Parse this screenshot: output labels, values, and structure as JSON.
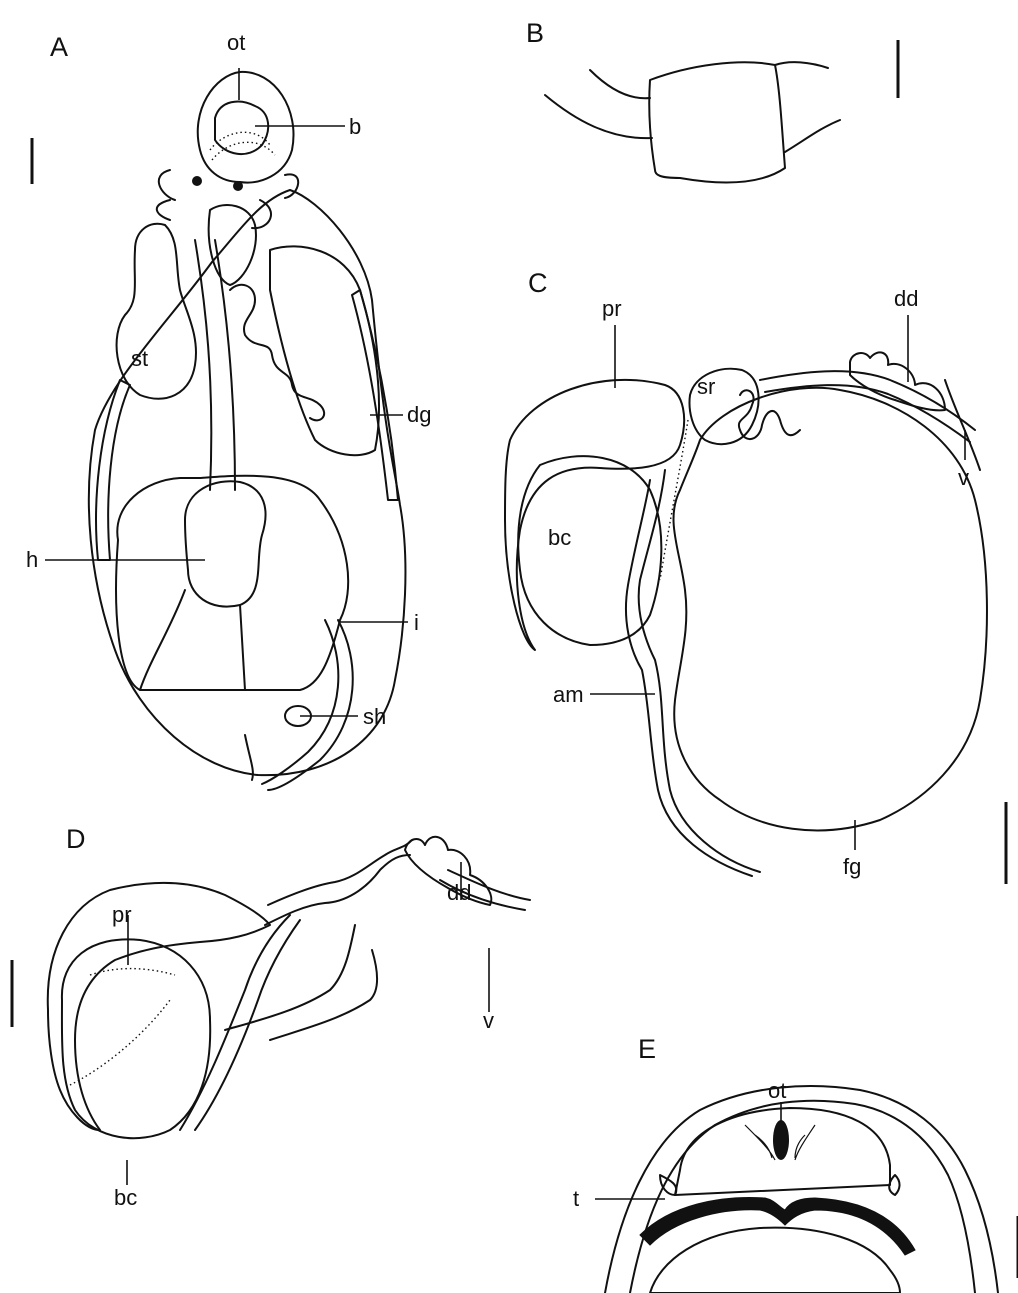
{
  "figure": {
    "panels": [
      "A",
      "B",
      "C",
      "D",
      "E"
    ],
    "labels": {
      "A": [
        "ot",
        "b",
        "st",
        "dg",
        "h",
        "i",
        "sh"
      ],
      "C": [
        "dd",
        "pr",
        "sr",
        "v",
        "bc",
        "am",
        "fg"
      ],
      "D": [
        "dd",
        "pr",
        "v",
        "bc"
      ],
      "E": [
        "ot",
        "t"
      ]
    }
  }
}
